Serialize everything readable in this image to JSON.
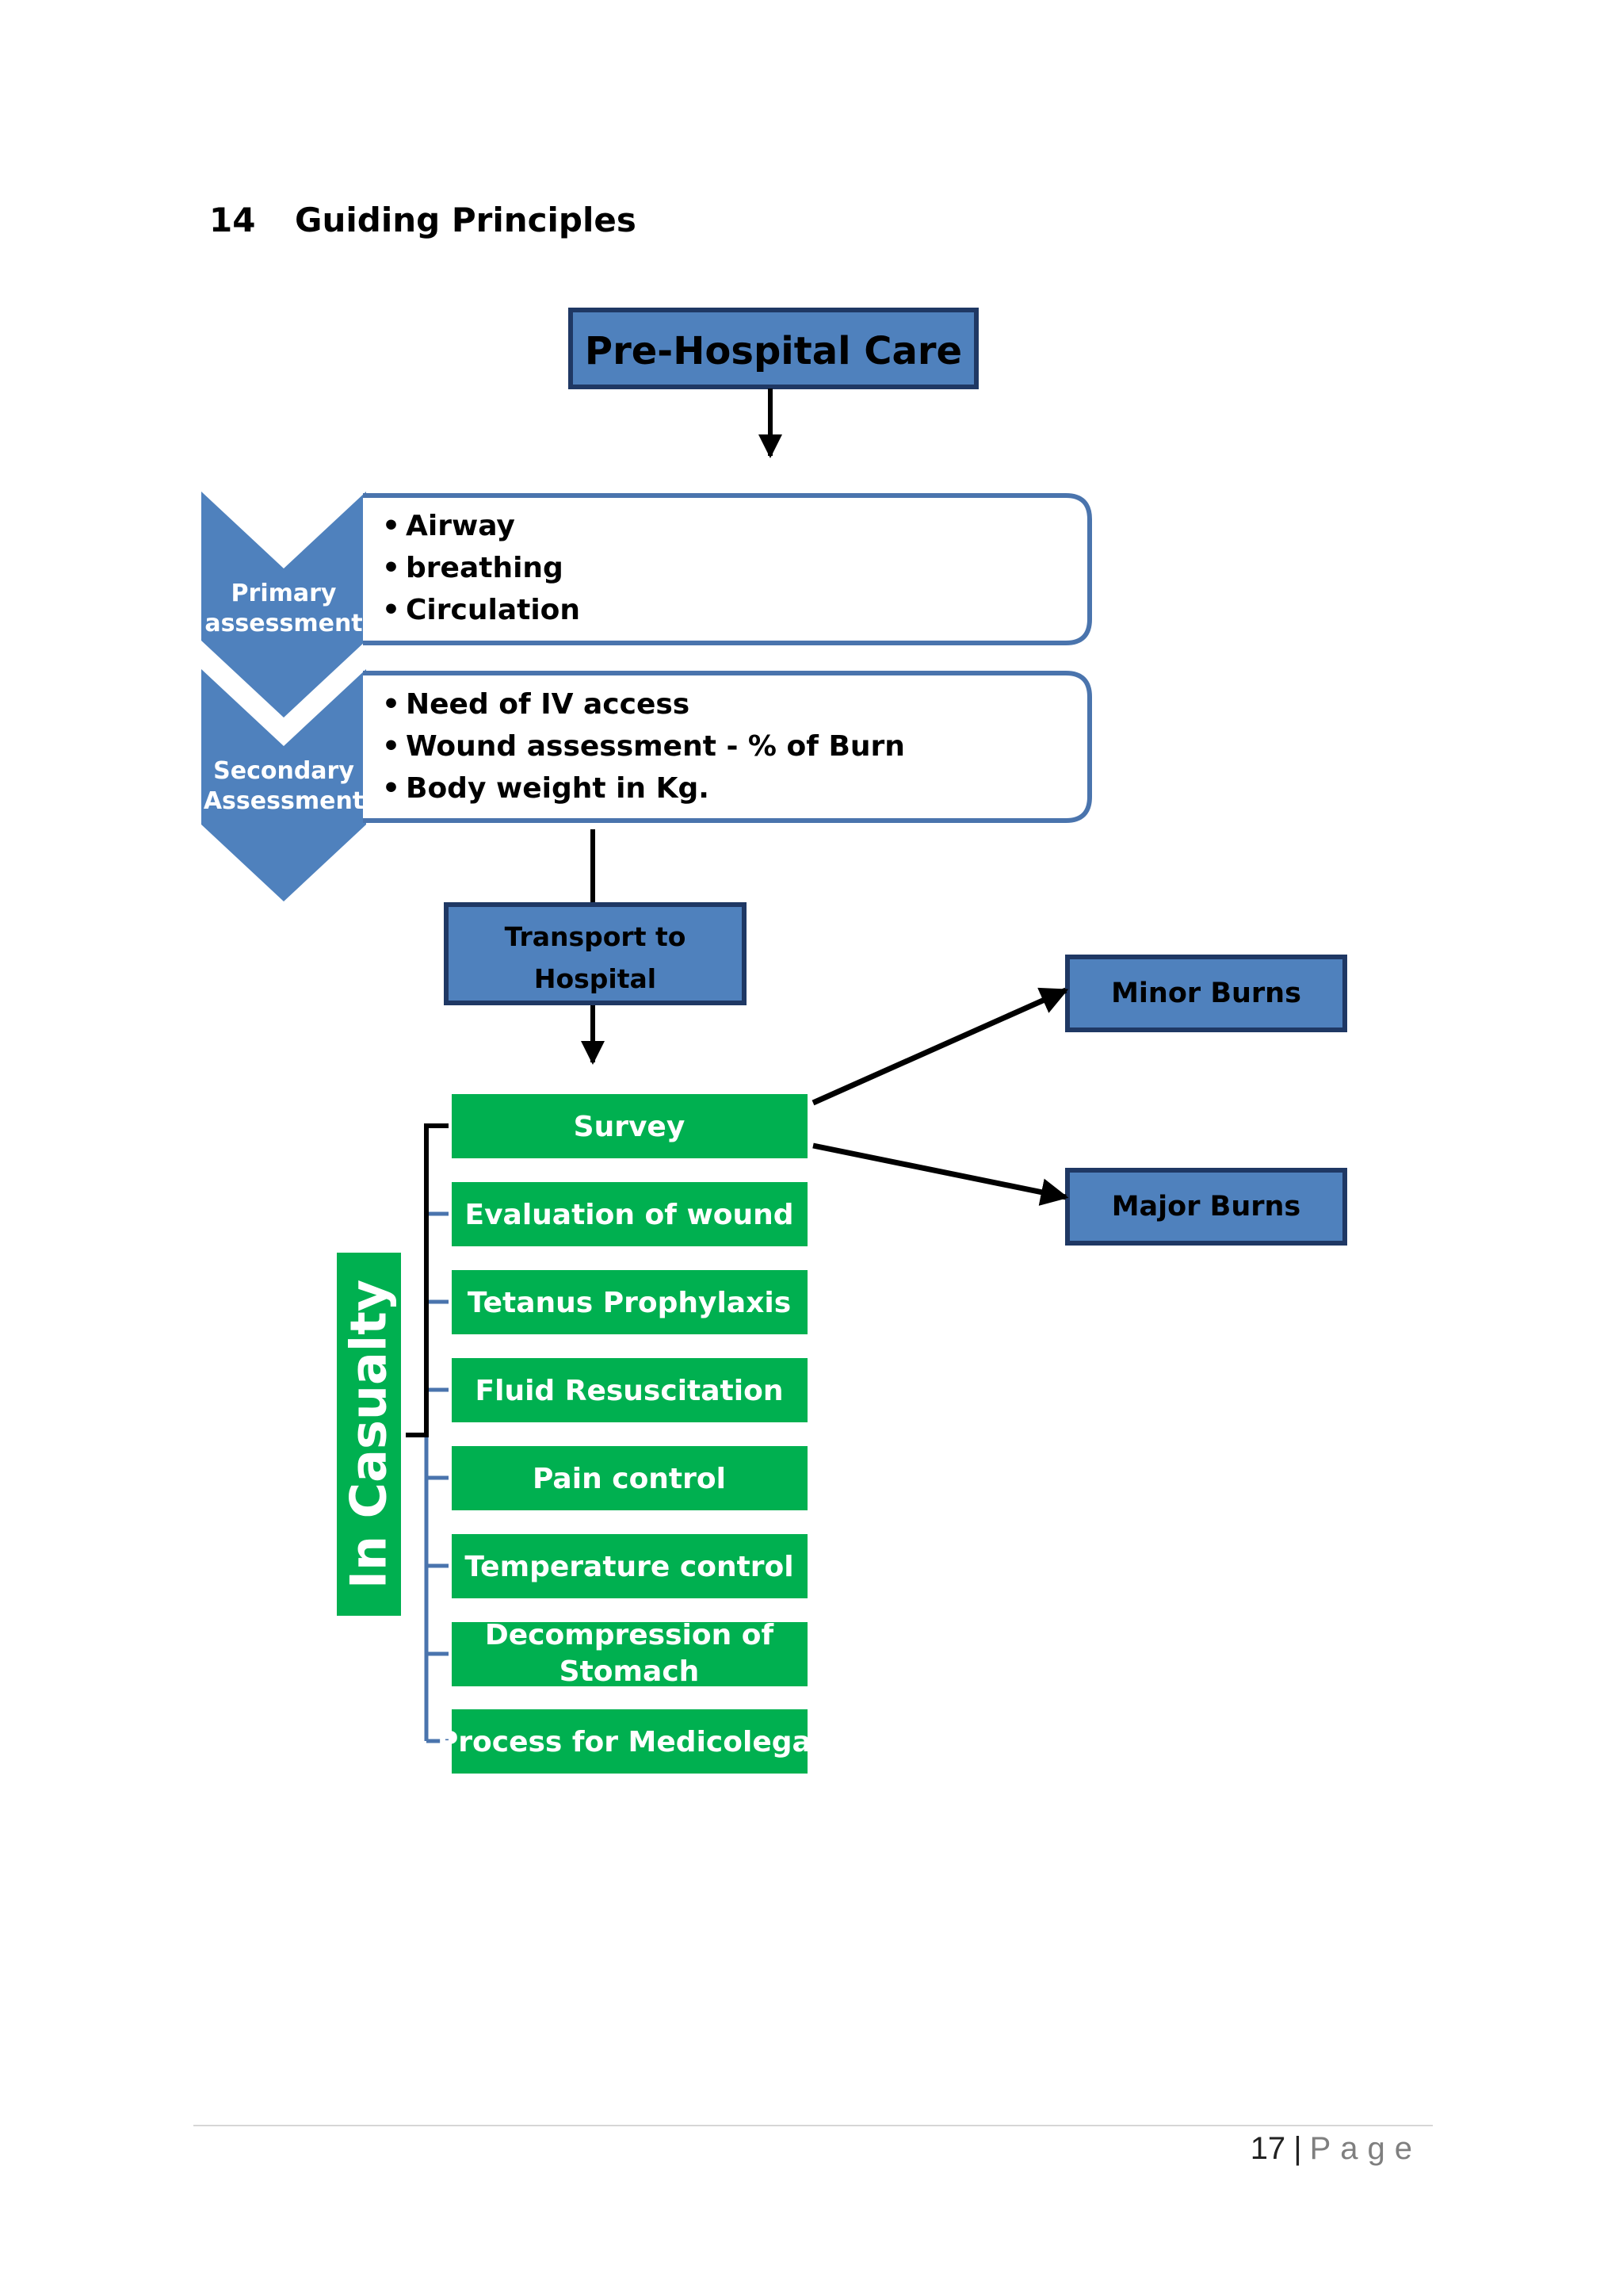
{
  "heading": {
    "number": "14",
    "title": "Guiding Principles"
  },
  "nodes": {
    "pre_hospital": "Pre-Hospital Care",
    "primary_label": [
      "Primary",
      "assessment"
    ],
    "primary_items": [
      "Airway",
      "breathing",
      "Circulation"
    ],
    "secondary_label": [
      "Secondary",
      "Assessment"
    ],
    "secondary_items": [
      "Need of IV access",
      "Wound assessment - % of Burn",
      "Body weight in Kg."
    ],
    "transport": [
      "Transport to",
      "Hospital"
    ],
    "minor": "Minor Burns",
    "major": "Major Burns",
    "casualty_label": "In Casualty",
    "casualty_steps": [
      [
        "Survey"
      ],
      [
        "Evaluation of wound"
      ],
      [
        "Tetanus Prophylaxis"
      ],
      [
        "Fluid Resuscitation"
      ],
      [
        "Pain control"
      ],
      [
        "Temperature control"
      ],
      [
        "Decompression of",
        "Stomach"
      ],
      [
        "Process for Medicolegal"
      ]
    ]
  },
  "bullet": "•",
  "footer": {
    "page_number": "17",
    "separator": "|",
    "page_word": "Page"
  },
  "colors": {
    "blue_fill": "#4f81bd",
    "blue_dark": "#1f3864",
    "green": "#00b050",
    "outline_blue": "#4a74ad",
    "text_dark": "#000000",
    "text_light": "#ffffff"
  }
}
